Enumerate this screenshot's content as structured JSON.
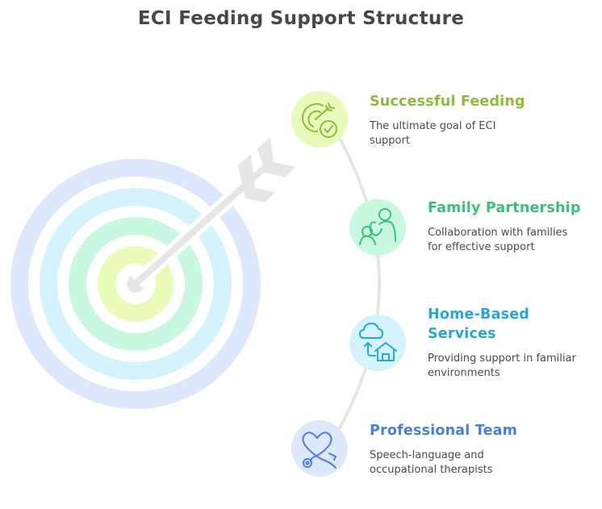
{
  "title": "ECI Feeding Support Structure",
  "items": [
    {
      "heading": "Successful Feeding",
      "description_lines": [
        "The ultimate goal of ECI",
        "support"
      ],
      "icon": "target-check-icon",
      "color": "#8dbb3a",
      "bg": "#e8fbb8"
    },
    {
      "heading": "Family Partnership",
      "description_lines": [
        "Collaboration with families",
        "for effective support"
      ],
      "icon": "family-icon",
      "color": "#3cbf7a",
      "bg": "#c8f9e0"
    },
    {
      "heading_lines": [
        "Home-Based",
        "Services"
      ],
      "heading": "Home-Based Services",
      "description_lines": [
        "Providing support in familiar",
        "environments"
      ],
      "icon": "cloud-home-icon",
      "color": "#27a6d8",
      "bg": "#d5f3fc"
    },
    {
      "heading": "Professional Team",
      "description_lines": [
        "Speech-language and",
        "occupational therapists"
      ],
      "icon": "heart-stethoscope-icon",
      "color": "#4a7fe0",
      "bg": "#dde8fc"
    }
  ],
  "target_ring_colors": [
    "#dde8fc",
    "#d5f3fc",
    "#c8f9e0",
    "#e8fbb8"
  ],
  "arrow_color": "#e6e6e6",
  "arc_color": "#e6e6e6"
}
